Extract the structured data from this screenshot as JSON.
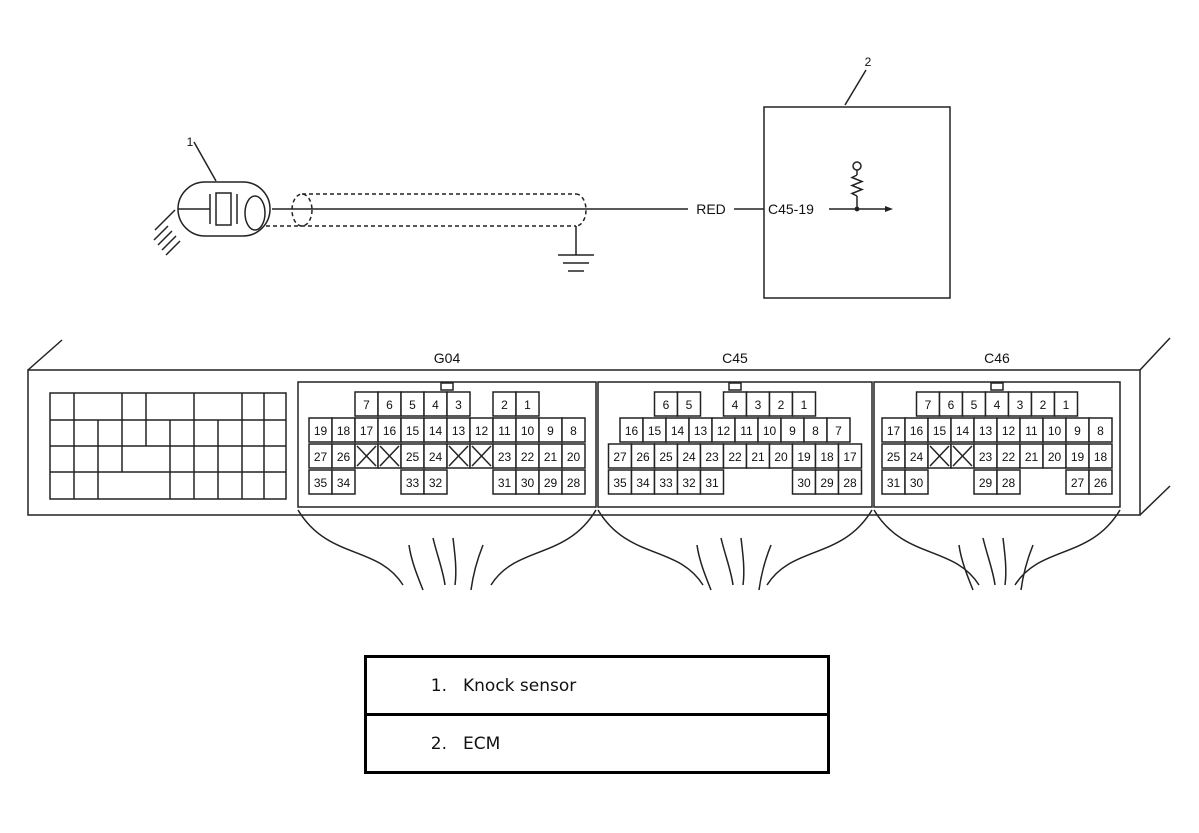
{
  "callouts": {
    "sensor": "1",
    "ecm": "2"
  },
  "wire": {
    "color_label": "RED",
    "terminal_label": "C45-19"
  },
  "connectors": [
    {
      "name": "G04",
      "rows": [
        [
          "7",
          "6",
          "5",
          "4",
          "3",
          "",
          "2",
          "1"
        ],
        [
          "19",
          "18",
          "17",
          "16",
          "15",
          "14",
          "13",
          "12",
          "11",
          "10",
          "9",
          "8"
        ],
        [
          "27",
          "26",
          "X",
          "X",
          "25",
          "24",
          "X",
          "X",
          "23",
          "22",
          "21",
          "20"
        ],
        [
          "35",
          "34",
          "",
          "",
          "33",
          "32",
          "",
          "",
          "31",
          "30",
          "29",
          "28"
        ]
      ]
    },
    {
      "name": "C45",
      "rows": [
        [
          "6",
          "5",
          "",
          "4",
          "3",
          "2",
          "1"
        ],
        [
          "16",
          "15",
          "14",
          "13",
          "12",
          "11",
          "10",
          "9",
          "8",
          "7"
        ],
        [
          "27",
          "26",
          "25",
          "24",
          "23",
          "22",
          "21",
          "20",
          "19",
          "18",
          "17"
        ],
        [
          "35",
          "34",
          "33",
          "32",
          "31",
          "",
          "",
          "",
          "30",
          "29",
          "28"
        ]
      ]
    },
    {
      "name": "C46",
      "rows": [
        [
          "7",
          "6",
          "5",
          "4",
          "3",
          "2",
          "1"
        ],
        [
          "17",
          "16",
          "15",
          "14",
          "13",
          "12",
          "11",
          "10",
          "9",
          "8"
        ],
        [
          "25",
          "24",
          "X",
          "X",
          "23",
          "22",
          "21",
          "20",
          "19",
          "18"
        ],
        [
          "31",
          "30",
          "",
          "",
          "29",
          "28",
          "",
          "",
          "27",
          "26"
        ]
      ]
    }
  ],
  "legend": [
    {
      "number": "1.",
      "label": "Knock sensor"
    },
    {
      "number": "2.",
      "label": "ECM"
    }
  ]
}
